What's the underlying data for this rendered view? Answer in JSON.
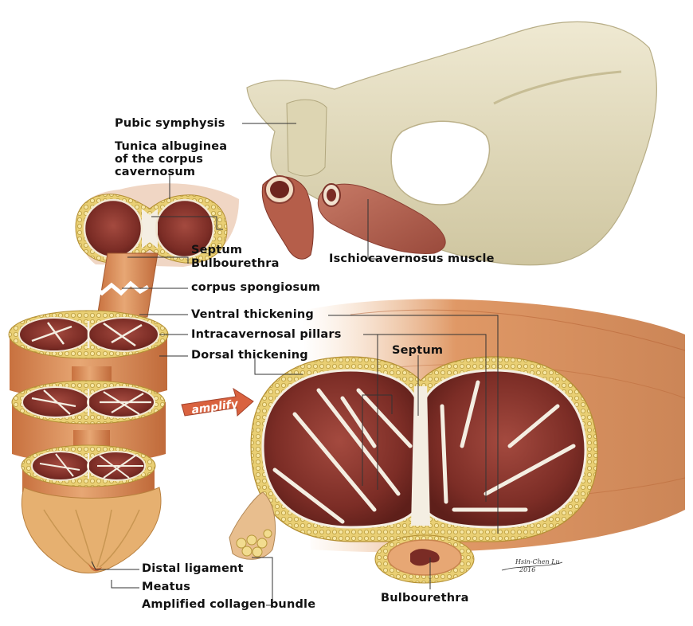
{
  "labels": {
    "pubic_symphysis": "Pubic symphysis",
    "tunica_line1": "Tunica albuginea",
    "tunica_line2": "of the corpus",
    "tunica_line3": "cavernosum",
    "septum_left": "Septum",
    "bulbourethra_left": "Bulbourethra",
    "corpus_spongiosum": "corpus spongiosum",
    "ischiocavernosus": "Ischiocavernosus muscle",
    "ventral_thickening": "Ventral thickening",
    "intracavernosal_pillars": "Intracavernosal pillars",
    "dorsal_thickening": "Dorsal thickening",
    "septum_right": "Septum",
    "amplify": "amplify",
    "distal_ligament": "Distal ligament",
    "meatus": "Meatus",
    "amplified_collagen_bundle": "Amplified collagen bundle",
    "bulbourethra_bottom": "Bulbourethra"
  },
  "signature": {
    "name": "Hsin-Chen Lu",
    "year": "2016"
  },
  "colors": {
    "bone": "#e3dcbd",
    "bone_shadow": "#c9c09a",
    "tunica_yellow": "#e6c96a",
    "tissue_dark": "#7a2c25",
    "tissue_mid": "#9a443a",
    "skin": "#d98e5a",
    "pillar_white": "#f4eee2",
    "amplify_arrow": "#d9623f"
  }
}
